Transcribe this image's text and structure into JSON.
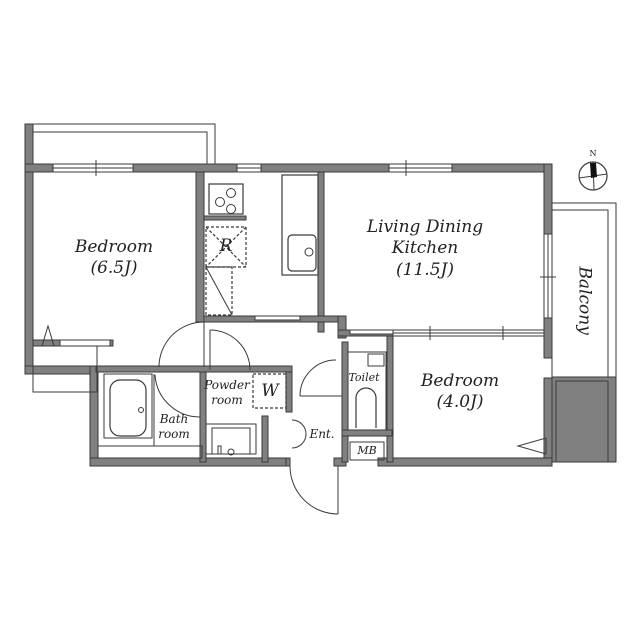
{
  "floor_plan": {
    "rooms": [
      {
        "id": "bedroom1",
        "name": "Bedroom",
        "size": "(6.5J)"
      },
      {
        "id": "ldk",
        "name_line1": "Living Dining",
        "name_line2": "Kitchen",
        "size": "(11.5J)"
      },
      {
        "id": "bedroom2",
        "name": "Bedroom",
        "size": "(4.0J)"
      },
      {
        "id": "balcony",
        "name": "Balcony"
      },
      {
        "id": "bath",
        "name_line1": "Bath",
        "name_line2": "room"
      },
      {
        "id": "powder",
        "name_line1": "Powder",
        "name_line2": "room"
      },
      {
        "id": "toilet",
        "name": "Toilet"
      },
      {
        "id": "entrance",
        "name": "Ent."
      },
      {
        "id": "mb",
        "name": "MB"
      }
    ],
    "fixtures": {
      "refrigerator": "R",
      "washer": "W"
    },
    "compass": {
      "north_label": "N"
    },
    "colors": {
      "wall": "#808080",
      "outline": "#3a3a3a",
      "background": "#ffffff"
    }
  }
}
